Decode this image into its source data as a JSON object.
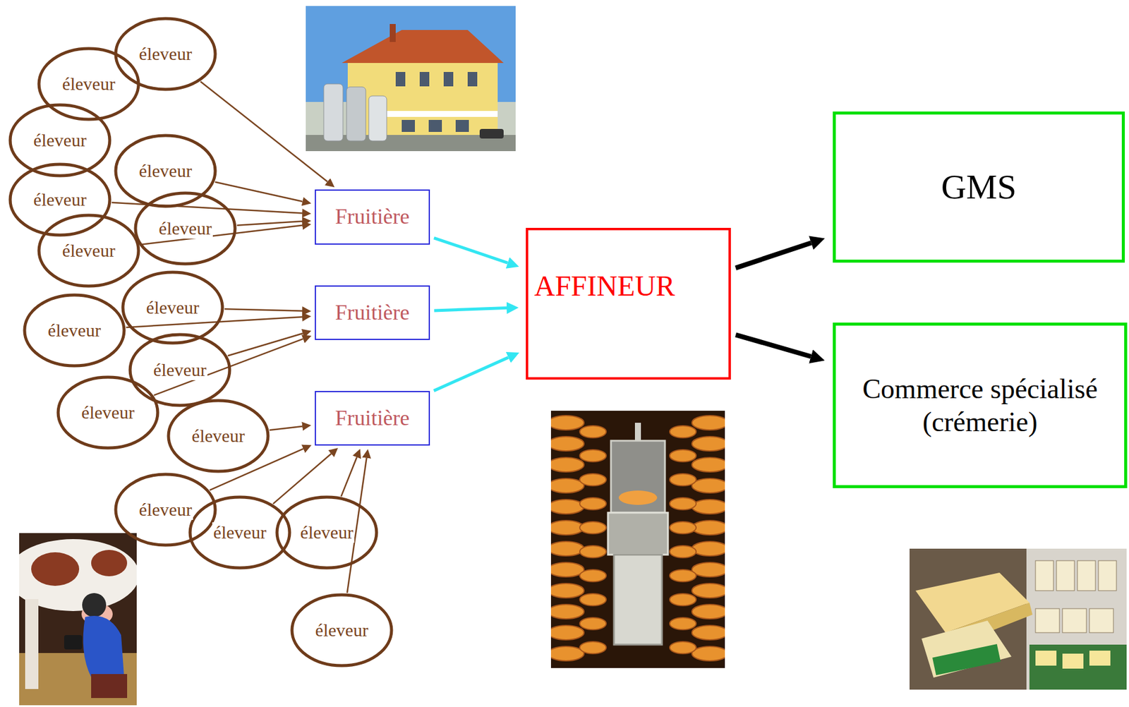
{
  "diagram": {
    "nodes": [
      {
        "text": [
          "éleveur"
        ]
      },
      {
        "text": [
          "éleveur"
        ]
      },
      {
        "text": [
          "éleveur"
        ]
      },
      {
        "text": [
          "éleveur"
        ]
      },
      {
        "text": [
          "éleveur"
        ]
      },
      {
        "text": [
          "éleveur"
        ]
      },
      {
        "text": [
          "éleveur"
        ]
      },
      {
        "text": [
          "éleveur"
        ]
      },
      {
        "text": [
          "éleveur"
        ]
      },
      {
        "text": [
          "éleveur"
        ]
      },
      {
        "text": [
          "éleveur"
        ]
      },
      {
        "text": [
          "éleveur"
        ]
      },
      {
        "text": [
          "éleveur"
        ]
      },
      {
        "text": [
          "éleveur"
        ]
      },
      {
        "text": [
          "éleveur"
        ]
      },
      {
        "text": [
          "éleveur"
        ]
      },
      {
        "text": [
          "Fruitière"
        ]
      },
      {
        "text": [
          "Fruitière"
        ]
      },
      {
        "text": [
          "Fruitière"
        ]
      },
      {
        "text": [
          "AFFINEUR"
        ]
      },
      {
        "text": [
          "GMS"
        ]
      },
      {
        "text": [
          "Commerce spécialisé (crémerie)"
        ]
      }
    ],
    "edges": [
      {
        "from": 0,
        "to": 16,
        "arrow": "to"
      },
      {
        "from": 3,
        "to": 16,
        "arrow": "to"
      },
      {
        "from": 4,
        "to": 16,
        "arrow": "to"
      },
      {
        "from": 5,
        "to": 16,
        "arrow": "to"
      },
      {
        "from": 6,
        "to": 16,
        "arrow": "to"
      },
      {
        "from": 8,
        "to": 17,
        "arrow": "to"
      },
      {
        "from": 7,
        "to": 17,
        "arrow": "to"
      },
      {
        "from": 9,
        "to": 17,
        "arrow": "to"
      },
      {
        "from": 10,
        "to": 17,
        "arrow": "to"
      },
      {
        "from": 11,
        "to": 18,
        "arrow": "to"
      },
      {
        "from": 12,
        "to": 18,
        "arrow": "to"
      },
      {
        "from": 13,
        "to": 18,
        "arrow": "to"
      },
      {
        "from": 14,
        "to": 18,
        "arrow": "to"
      },
      {
        "from": 15,
        "to": 18,
        "arrow": "to"
      },
      {
        "from": 16,
        "to": 19,
        "arrow": "to"
      },
      {
        "from": 17,
        "to": 19,
        "arrow": "to"
      },
      {
        "from": 18,
        "to": 19,
        "arrow": "to"
      },
      {
        "from": 19,
        "to": 20,
        "arrow": "to"
      },
      {
        "from": 19,
        "to": 21,
        "arrow": "to"
      }
    ]
  }
}
